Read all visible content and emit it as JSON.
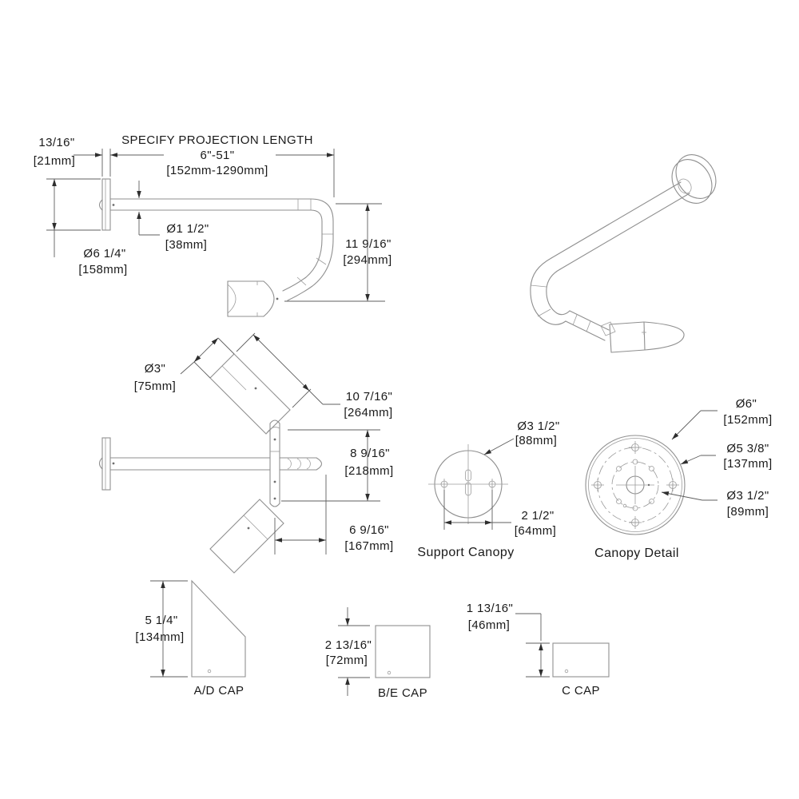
{
  "meta": {
    "background": "#ffffff",
    "line_color": "#8f8f8f",
    "dim_color": "#5f5f5f",
    "text_color": "#1a1a1a"
  },
  "side_view": {
    "projection_label": "SPECIFY PROJECTION LENGTH",
    "projection_range_in": "6\"-51\"",
    "projection_range_mm": "[152mm-1290mm]",
    "plate_thickness_in": "13/16\"",
    "plate_thickness_mm": "[21mm]",
    "plate_dia_in": "Ø6 1/4\"",
    "plate_dia_mm": "[158mm]",
    "tube_dia_in": "Ø1 1/2\"",
    "tube_dia_mm": "[38mm]",
    "drop_in": "11 9/16\"",
    "drop_mm": "[294mm]"
  },
  "twin_view": {
    "head_dia_in": "Ø3\"",
    "head_dia_mm": "[75mm]",
    "head_len_in": "10 7/16\"",
    "head_len_mm": "[264mm]",
    "vert_in": "8 9/16\"",
    "vert_mm": "[218mm]",
    "horiz_in": "6 9/16\"",
    "horiz_mm": "[167mm]"
  },
  "support_canopy": {
    "caption": "Support Canopy",
    "dia_in": "Ø3 1/2\"",
    "dia_mm": "[88mm]",
    "spacing_in": "2 1/2\"",
    "spacing_mm": "[64mm]"
  },
  "canopy_detail": {
    "caption": "Canopy Detail",
    "outer_in": "Ø6\"",
    "outer_mm": "[152mm]",
    "bolt_in": "Ø5 3/8\"",
    "bolt_mm": "[137mm]",
    "inner_in": "Ø3 1/2\"",
    "inner_mm": "[89mm]"
  },
  "caps": {
    "ad": {
      "label": "A/D CAP",
      "h_in": "5 1/4\"",
      "h_mm": "[134mm]"
    },
    "be": {
      "label": "B/E CAP",
      "h_in": "2 13/16\"",
      "h_mm": "[72mm]"
    },
    "c": {
      "label": "C CAP",
      "h_in": "1 13/16\"",
      "h_mm": "[46mm]"
    }
  }
}
